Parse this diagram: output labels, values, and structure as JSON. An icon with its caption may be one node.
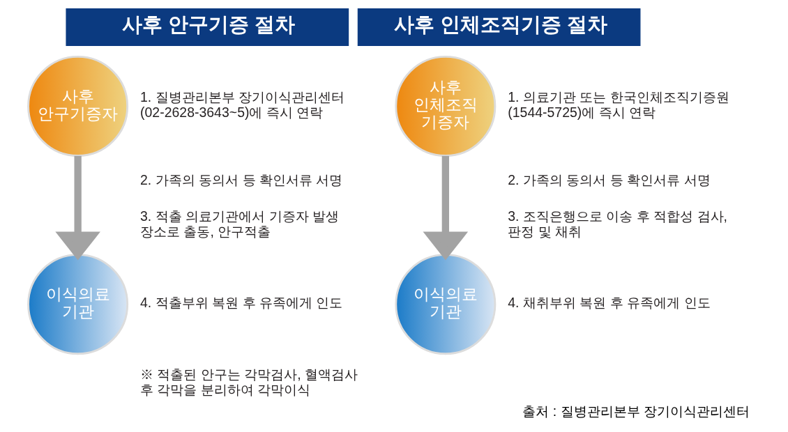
{
  "diagram": {
    "caption": "출처 : 질병관리본부 장기이식관리센터",
    "nodes": [
      {
        "text": [
          "사후 안구기증 절차"
        ]
      },
      {
        "text": [
          "사후 안구기증자"
        ]
      },
      {
        "text": [
          "이식의료 기관"
        ]
      },
      {
        "text": [
          "사후 인체조직기증 절차"
        ]
      },
      {
        "text": [
          "사후 인체조직 기증자"
        ]
      },
      {
        "text": [
          "이식의료 기관"
        ]
      }
    ],
    "edges": [
      {
        "from": 1,
        "to": 2,
        "arrow": "to"
      },
      {
        "from": 4,
        "to": 5,
        "arrow": "to"
      }
    ],
    "labels": [
      "1. 질병관리본부 장기이식관리센터 (02-2628-3643~5)에 즉시 연락",
      "2. 가족의 동의서 등 확인서류 서명",
      "3. 적출 의료기관에서 기증자 발생 장소로 출동, 안구적출",
      "4. 적출부위 복원 후 유족에게 인도",
      "※ 적출된 안구는 각막검사, 혈액검사 후 각막을 분리하여 각막이식",
      "1. 의료기관 또는 한국인체조직기증원 (1544-5725)에 즉시 연락",
      "2. 가족의 동의서 등 확인서류 서명",
      "3. 조직은행으로 이송 후 적합성 검사, 판정 및 채취",
      "4. 채취부위 복원 후 유족에게 인도"
    ]
  }
}
